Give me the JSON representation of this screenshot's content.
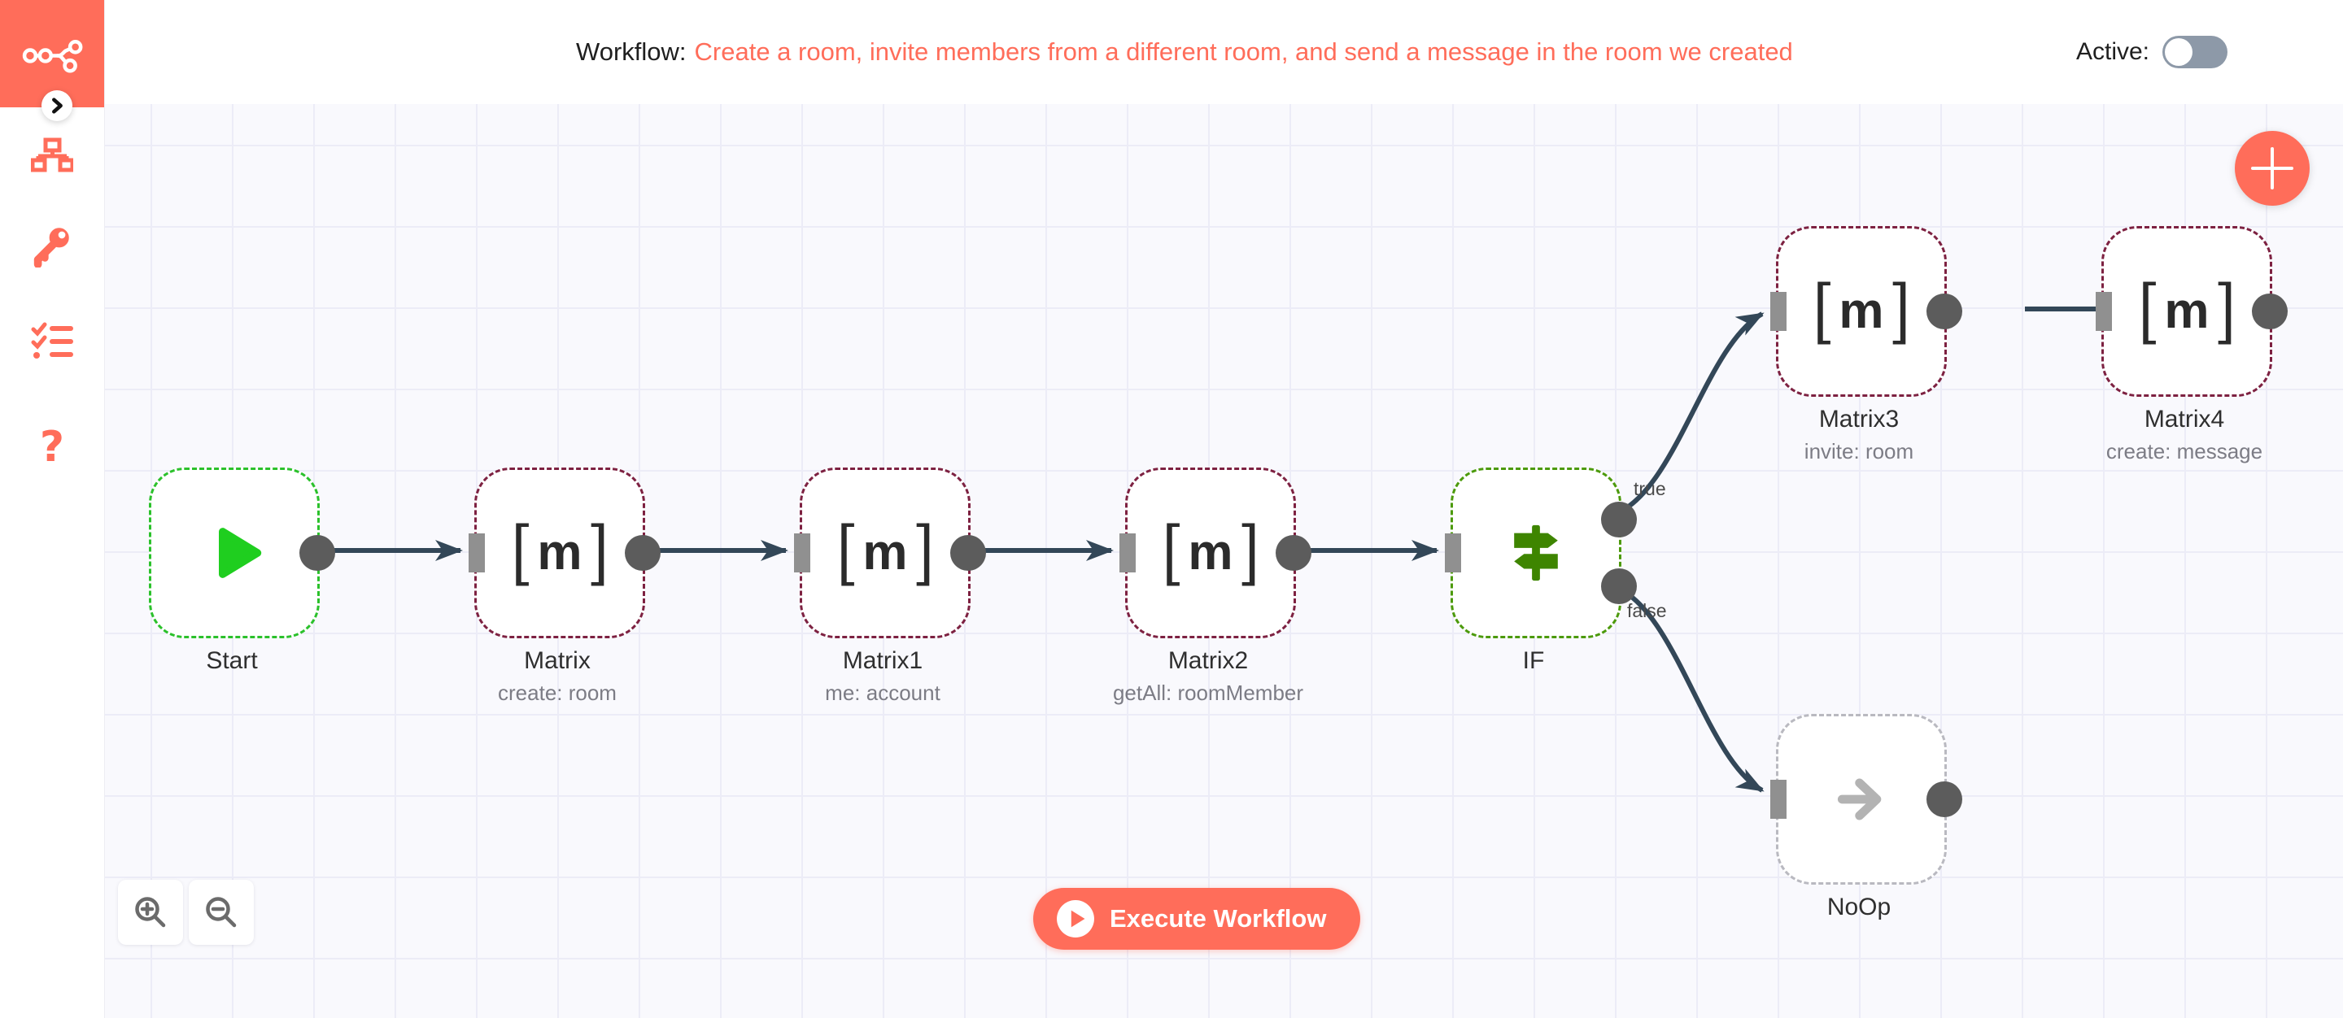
{
  "header": {
    "workflow_label": "Workflow:",
    "workflow_name": "Create a room, invite members from a different room, and send a message in the room we created",
    "active_label": "Active:"
  },
  "sidebar": {
    "icons": [
      "n8n-logo",
      "collapse-chevron",
      "workflows",
      "credentials",
      "executions",
      "help"
    ]
  },
  "canvas": {
    "nodes": [
      {
        "id": "start",
        "title": "Start",
        "subtitle": "",
        "icon": "play",
        "border_color": "#2bc12b"
      },
      {
        "id": "matrix",
        "title": "Matrix",
        "subtitle": "create: room",
        "icon": "matrix",
        "border_color": "#7d2141"
      },
      {
        "id": "matrix1",
        "title": "Matrix1",
        "subtitle": "me: account",
        "icon": "matrix",
        "border_color": "#7d2141"
      },
      {
        "id": "matrix2",
        "title": "Matrix2",
        "subtitle": "getAll: roomMember",
        "icon": "matrix",
        "border_color": "#7d2141"
      },
      {
        "id": "if",
        "title": "IF",
        "subtitle": "",
        "icon": "signpost",
        "border_color": "#4c9a0b"
      },
      {
        "id": "matrix3",
        "title": "Matrix3",
        "subtitle": "invite: room",
        "icon": "matrix",
        "border_color": "#7d2141"
      },
      {
        "id": "matrix4",
        "title": "Matrix4",
        "subtitle": "create: message",
        "icon": "matrix",
        "border_color": "#7d2141"
      },
      {
        "id": "noop",
        "title": "NoOp",
        "subtitle": "",
        "icon": "arrow",
        "border_color": "#b9b9c0"
      }
    ],
    "matrix_icon": {
      "l": "[",
      "m": "m",
      "r": "]"
    },
    "branch_labels": {
      "true_label": "true",
      "false_label": "false"
    },
    "execute_label": "Execute Workflow"
  },
  "colors": {
    "brand": "#ff6d5a",
    "connection": "#334758",
    "canvas_bg": "#f9f9fd",
    "grid_line": "#ececf7",
    "start_border": "#2bc12b",
    "matrix_border": "#7d2141",
    "if_border": "#4c9a0b",
    "noop_border": "#b9b9c0"
  }
}
